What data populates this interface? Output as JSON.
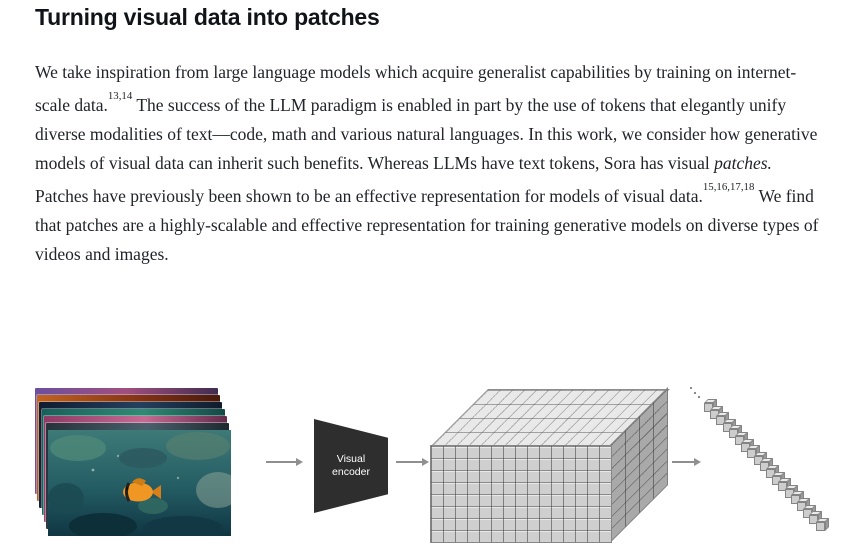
{
  "page": {
    "heading": "Turning visual data into patches",
    "paragraph": {
      "seg1": "We take inspiration from large language models which acquire generalist capabilities by training on internet-scale data.",
      "cite1": "13,14",
      "seg2": " The success of the LLM paradigm is enabled in part by the use of tokens that elegantly unify diverse modalities of text—code, math and various natural languages. In this work, we consider how generative models of visual data can inherit such benefits. Whereas LLMs have text tokens, Sora has visual ",
      "italic1": "patches.",
      "seg3": " Patches have previously been shown to be an effective representation for models of visual data.",
      "cite2": "15,16,17,18",
      "seg4": " We find that patches are a highly-scalable and effective representation for training generative models on diverse types of videos and images."
    }
  },
  "figure": {
    "encoder_label": "Visual encoder",
    "accent_colors": {
      "encoder_block": "#2e2e2e",
      "arrow": "#8f8f8f",
      "patch_cube": "#cfcfcf"
    }
  }
}
